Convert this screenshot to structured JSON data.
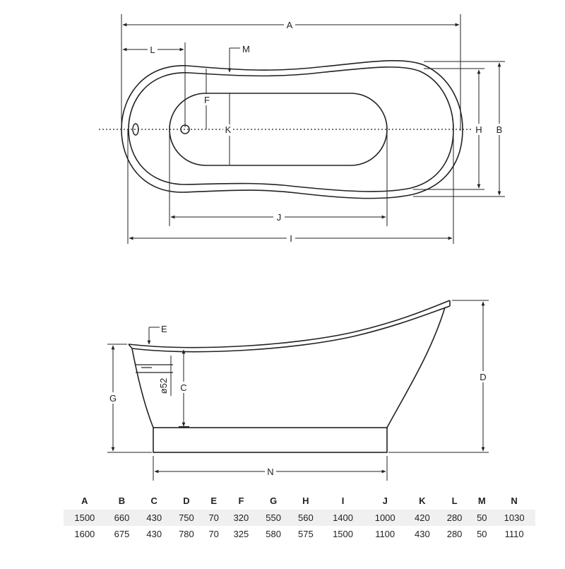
{
  "labels": {
    "A": "A",
    "B": "B",
    "C": "C",
    "D": "D",
    "E": "E",
    "F": "F",
    "G": "G",
    "H": "H",
    "I": "I",
    "J": "J",
    "K": "K",
    "L": "L",
    "M": "M",
    "N": "N",
    "drain": "ø52"
  },
  "table": {
    "headers": [
      "A",
      "B",
      "C",
      "D",
      "E",
      "F",
      "G",
      "H",
      "I",
      "J",
      "K",
      "L",
      "M",
      "N"
    ],
    "rows": [
      [
        "1500",
        "660",
        "430",
        "750",
        "70",
        "320",
        "550",
        "560",
        "1400",
        "1000",
        "420",
        "280",
        "50",
        "1030"
      ],
      [
        "1600",
        "675",
        "430",
        "780",
        "70",
        "325",
        "580",
        "575",
        "1500",
        "1100",
        "430",
        "280",
        "50",
        "1110"
      ]
    ]
  }
}
